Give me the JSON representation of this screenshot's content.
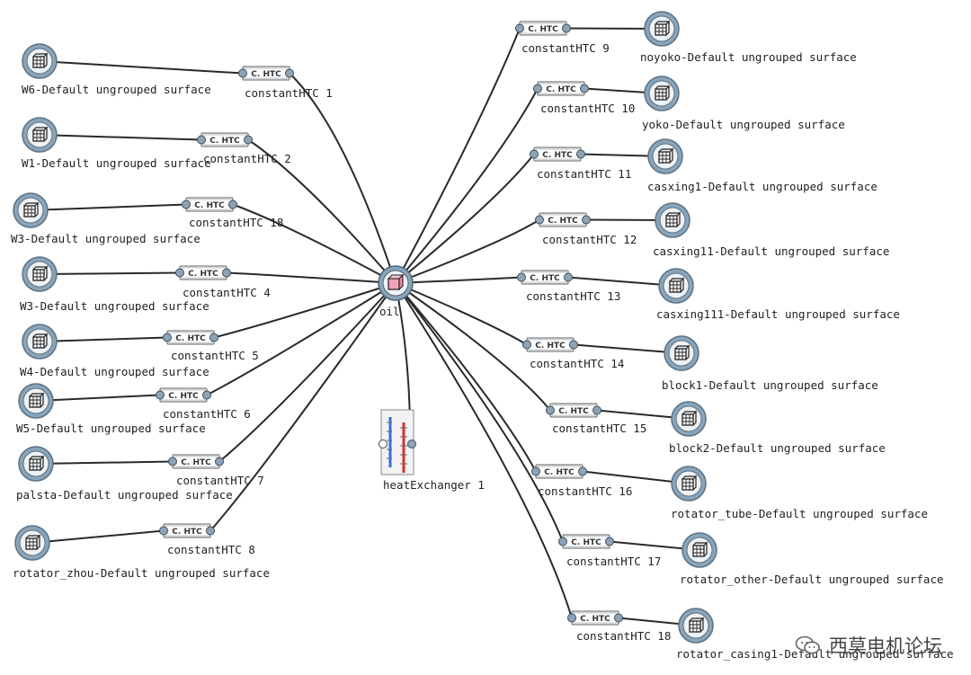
{
  "center": {
    "label": "oil"
  },
  "heat_exchanger": {
    "label": "heatExchanger 1"
  },
  "htc_badge": "C. HTC",
  "left_links": [
    {
      "surface": "W6-Default ungrouped surface",
      "htc": "constantHTC 1"
    },
    {
      "surface": "W1-Default ungrouped surface",
      "htc": "constantHTC 2"
    },
    {
      "surface": "W3-Default ungrouped surface",
      "htc": "constantHTC 18"
    },
    {
      "surface": "W3-Default ungrouped surface",
      "htc": "constantHTC 4"
    },
    {
      "surface": "W4-Default ungrouped surface",
      "htc": "constantHTC 5"
    },
    {
      "surface": "W5-Default ungrouped surface",
      "htc": "constantHTC 6"
    },
    {
      "surface": "palsta-Default ungrouped surface",
      "htc": "constantHTC 7"
    },
    {
      "surface": "rotator_zhou-Default ungrouped surface",
      "htc": "constantHTC 8"
    }
  ],
  "right_links": [
    {
      "surface": "noyoko-Default ungrouped surface",
      "htc": "constantHTC 9"
    },
    {
      "surface": "yoko-Default ungrouped surface",
      "htc": "constantHTC 10"
    },
    {
      "surface": "casxing1-Default ungrouped surface",
      "htc": "constantHTC 11"
    },
    {
      "surface": "casxing11-Default ungrouped surface",
      "htc": "constantHTC 12"
    },
    {
      "surface": "casxing111-Default ungrouped surface",
      "htc": "constantHTC 13"
    },
    {
      "surface": "block1-Default ungrouped surface",
      "htc": "constantHTC 14"
    },
    {
      "surface": "block2-Default ungrouped surface",
      "htc": "constantHTC 15"
    },
    {
      "surface": "rotator_tube-Default ungrouped surface",
      "htc": "constantHTC 16"
    },
    {
      "surface": "rotator_other-Default ungrouped surface",
      "htc": "constantHTC 17"
    },
    {
      "surface": "rotator_casing1-Default ungrouped surface",
      "htc": "constantHTC 18"
    }
  ],
  "watermark": "西莫电机论坛"
}
